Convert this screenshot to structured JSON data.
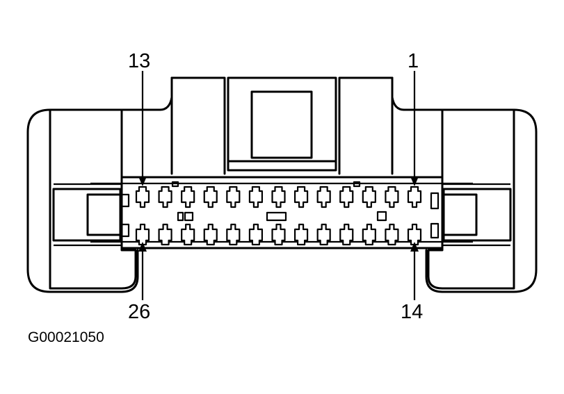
{
  "diagram": {
    "pin_labels": {
      "top_left": "13",
      "top_right": "1",
      "bottom_left": "26",
      "bottom_right": "14"
    },
    "figure_code": "G00021050",
    "connector": {
      "top_row_pins": 13,
      "bottom_row_pins": 13
    }
  }
}
